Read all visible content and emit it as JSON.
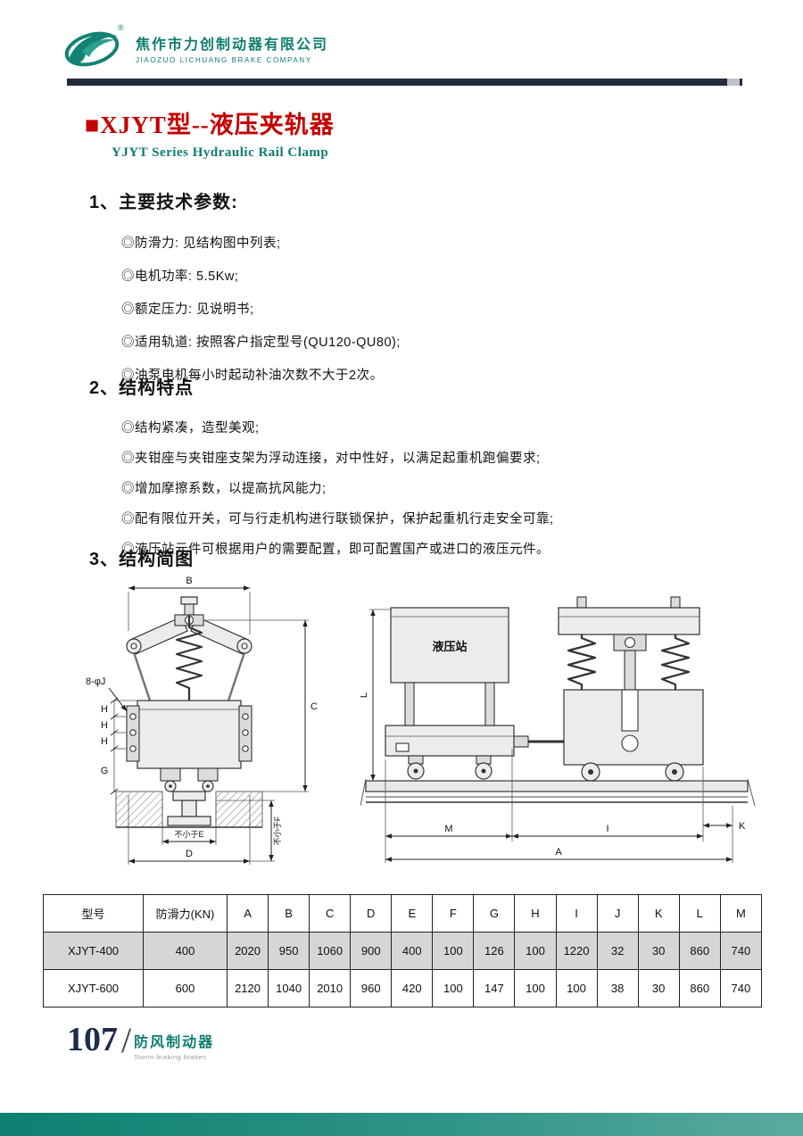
{
  "header": {
    "company_cn": "焦作市力创制动器有限公司",
    "company_en": "JIAOZUO LICHUANG BRAKE COMPANY",
    "registered_mark": "®"
  },
  "title": {
    "main": "■XJYT型--液压夹轨器",
    "sub": "YJYT Series Hydraulic Rail Clamp"
  },
  "sections": [
    {
      "heading": "1、主要技术参数:",
      "items": [
        "◎防滑力: 见结构图中列表;",
        "◎电机功率: 5.5Kw;",
        "◎额定压力: 见说明书;",
        "◎适用轨道: 按照客户指定型号(QU120-QU80);",
        "◎油泵电机每小时起动补油次数不大于2次。"
      ]
    },
    {
      "heading": "2、结构特点",
      "items": [
        "◎结构紧凑，造型美观;",
        "◎夹钳座与夹钳座支架为浮动连接，对中性好，以满足起重机跑偏要求;",
        "◎增加摩擦系数，以提高抗风能力;",
        "◎配有限位开关，可与行走机构进行联锁保护，保护起重机行走安全可靠;",
        "◎液压站元件可根据用户的需要配置，即可配置国产或进口的液压元件。"
      ]
    },
    {
      "heading": "3、结构简图",
      "items": []
    }
  ],
  "diagram": {
    "left": {
      "b": "B",
      "c": "C",
      "holes": "8-φJ",
      "h": [
        "H",
        "H",
        "H"
      ],
      "g": "G",
      "e": "不小于E",
      "d": "D",
      "f": "不小于F"
    },
    "right": {
      "station": "液压站",
      "l": "L",
      "m": "M",
      "i": "I",
      "k": "K",
      "a": "A"
    }
  },
  "table": {
    "headers": [
      "型号",
      "防滑力(KN)",
      "A",
      "B",
      "C",
      "D",
      "E",
      "F",
      "G",
      "H",
      "I",
      "J",
      "K",
      "L",
      "M"
    ],
    "rows": [
      [
        "XJYT-400",
        "400",
        "2020",
        "950",
        "1060",
        "900",
        "400",
        "100",
        "126",
        "100",
        "1220",
        "32",
        "30",
        "860",
        "740"
      ],
      [
        "XJYT-600",
        "600",
        "2120",
        "1040",
        "2010",
        "960",
        "420",
        "100",
        "147",
        "100",
        "100",
        "38",
        "30",
        "860",
        "740"
      ]
    ]
  },
  "footer": {
    "page_number": "107",
    "divider": "/",
    "label_cn": "防风制动器",
    "label_en": "Storm braking brakes"
  },
  "colors": {
    "teal": "#0e7d6e",
    "red": "#c40000",
    "navy_bar": "#232c3e",
    "row_shade": "#d6d6d6"
  }
}
